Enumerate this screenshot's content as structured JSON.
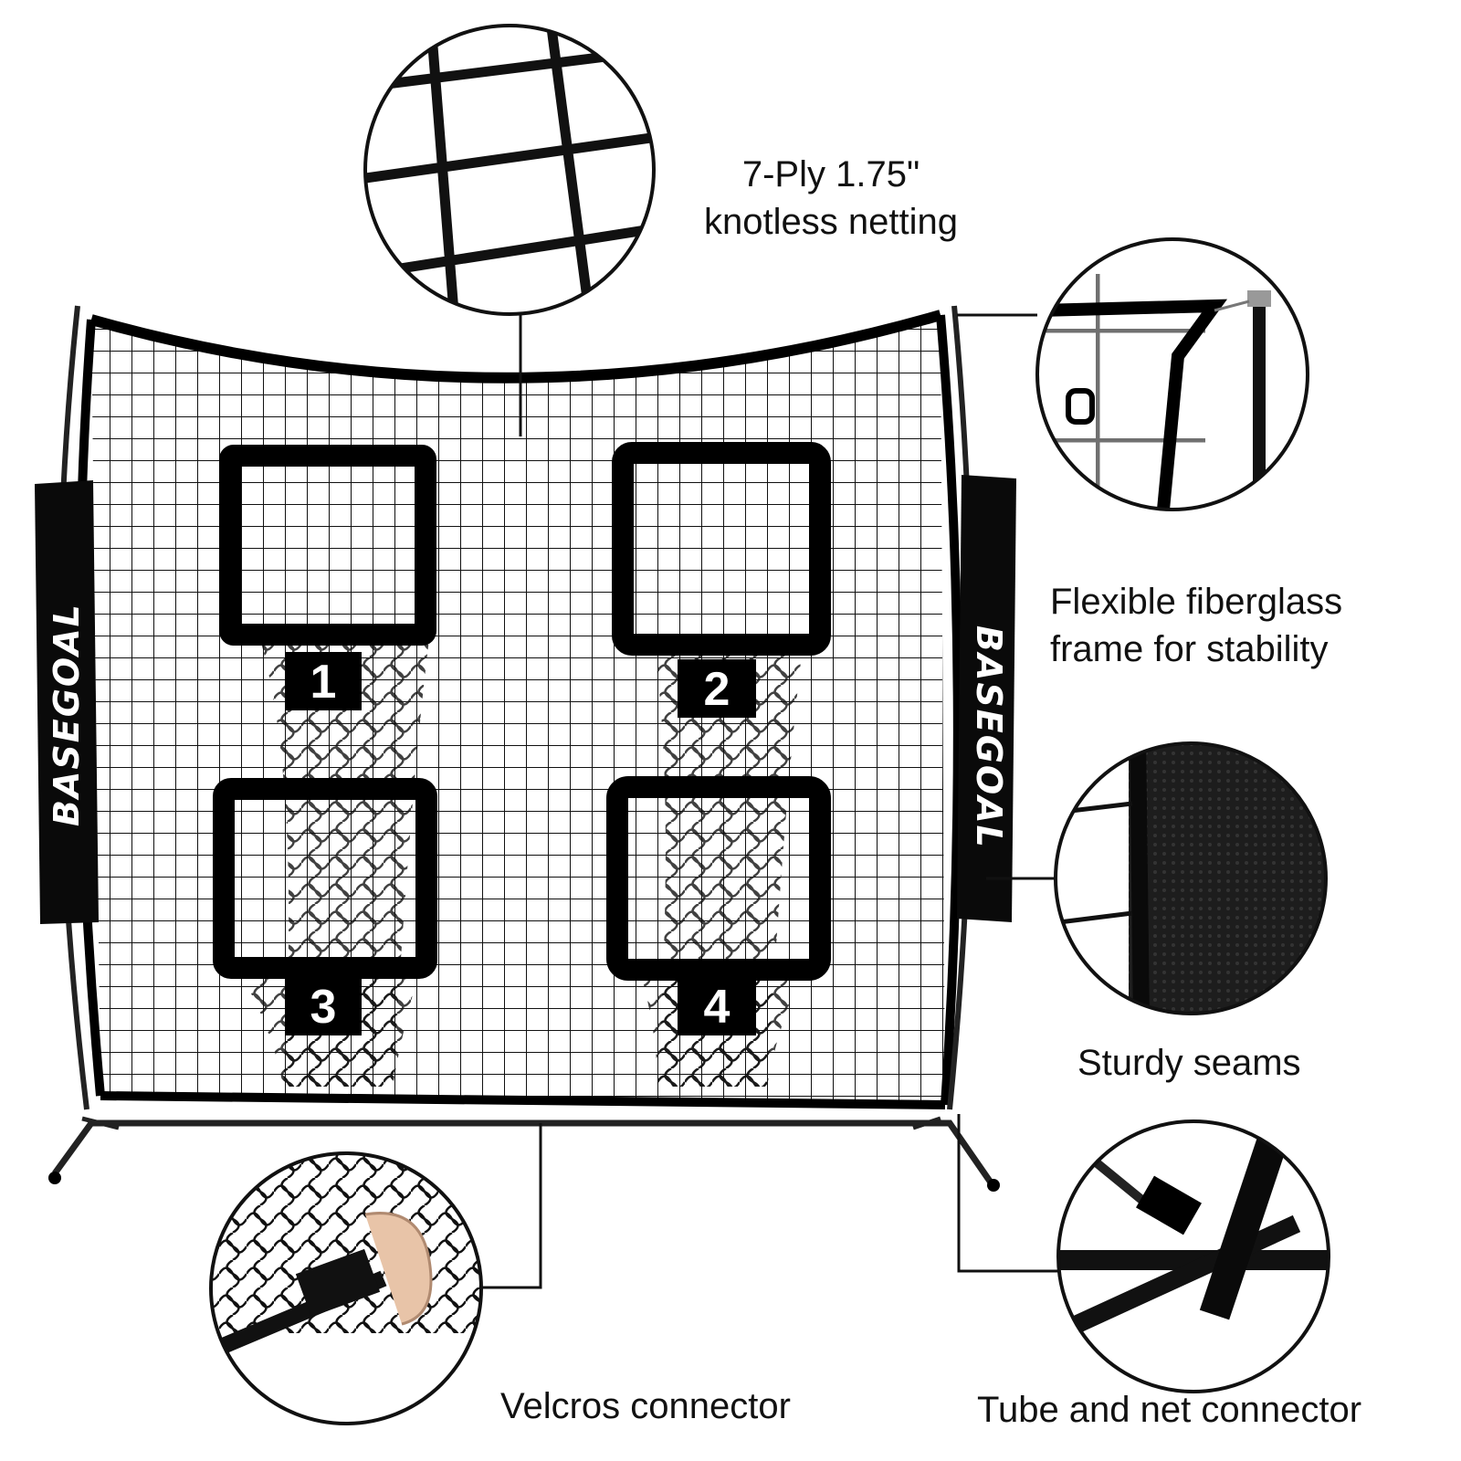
{
  "brand": "BASEGOAL",
  "pockets": [
    {
      "number": "1"
    },
    {
      "number": "2"
    },
    {
      "number": "3"
    },
    {
      "number": "4"
    }
  ],
  "callouts": {
    "netting": {
      "line1": "7-Ply 1.75\"",
      "line2": "knotless netting"
    },
    "frame": {
      "line1": "Flexible fiberglass",
      "line2": "frame for stability"
    },
    "seams": "Sturdy seams",
    "velcro": "Velcros connector",
    "tube": "Tube and net connector"
  },
  "colors": {
    "net": "#111111",
    "frame": "#000000",
    "background": "#ffffff"
  }
}
